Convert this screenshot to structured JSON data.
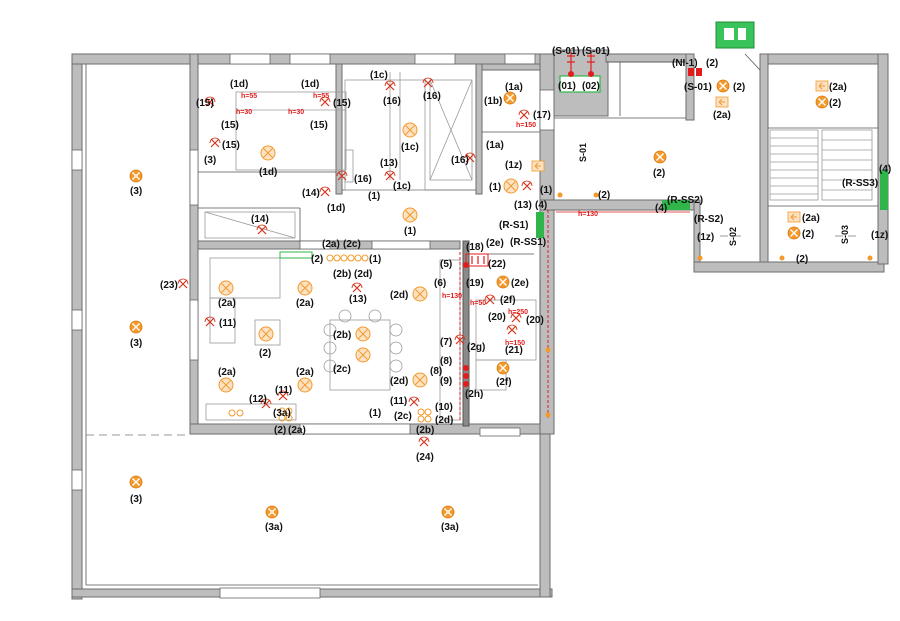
{
  "labels": {
    "s01a": "(S-01)",
    "s01b": "(S-01)",
    "d01": "(01)",
    "d02": "(02)",
    "ni1": "(NI-1)",
    "n2_top": "(2)",
    "s01c": "(S-01)",
    "n2_c": "(2)",
    "n2a_top": "(2a)",
    "n2a_r1": "(2a)",
    "n2_r1": "(2)",
    "d1d_a": "(1d)",
    "d1d_b": "(1d)",
    "d15_a": "(15)",
    "d15_b": "(15)",
    "d15_c": "(15)",
    "d15_d": "(15)",
    "d15_e": "(15)",
    "d1c_a": "(1c)",
    "d16_a": "(16)",
    "d16_b": "(16)",
    "d1a": "(1a)",
    "d1b": "(1b)",
    "d17": "(17)",
    "d1c_b": "(1c)",
    "d1a_b": "(1a)",
    "d1z_a": "(1z)",
    "d16_c": "(16)",
    "d3_a": "(3)",
    "d1d_c": "(1d)",
    "d13_a": "(13)",
    "d16_d": "(16)",
    "d1c_c": "(1c)",
    "d1_a": "(1)",
    "d13_b": "(13)",
    "d1_b": "(1)",
    "d14_a": "(14)",
    "d1_c": "(1)",
    "d1d_d": "(1d)",
    "d1_d": "(1)",
    "d2_mid": "(2)",
    "d4_a": "(4)",
    "d4_b": "(4)",
    "rs1": "(R-S1)",
    "rss1": "(R-SS1)",
    "rss2": "(R-SS2)",
    "rs2": "(R-S2)",
    "rss3": "(R-SS3)",
    "d1z_b": "(1z)",
    "d1z_c": "(1z)",
    "d2_c2": "(2)",
    "d2_c3": "(2)",
    "d2a_r2": "(2a)",
    "d2_r2": "(2)",
    "d4_r": "(4)",
    "d3_b": "(3)",
    "d14_b": "(14)",
    "d2_b": "(2)",
    "d2a_a": "(2a)",
    "d2c_a": "(2c)",
    "d1_e": "(1)",
    "d2b_a": "(2b)",
    "d2d_a": "(2d)",
    "d18": "(18)",
    "d5": "(5)",
    "d2e_a": "(2e)",
    "d22": "(22)",
    "d2e_b": "(2e)",
    "d23": "(23)",
    "d2a_b": "(2a)",
    "d2a_c": "(2a)",
    "d13_c": "(13)",
    "d2d_b": "(2d)",
    "d6": "(6)",
    "d19": "(19)",
    "d2f_a": "(2f)",
    "d3_c": "(3)",
    "d11_a": "(11)",
    "d2b_b": "(2b)",
    "d20_a": "(20)",
    "d20_b": "(20)",
    "d2_d": "(2)",
    "d7": "(7)",
    "d2g": "(2g)",
    "d21": "(21)",
    "d2c_b": "(2c)",
    "d8_a": "(8)",
    "d8_b": "(8)",
    "d9": "(9)",
    "d2a_d": "(2a)",
    "d2a_e": "(2a)",
    "d2d_c": "(2d)",
    "d2f_b": "(2f)",
    "d2h": "(2h)",
    "d11_b": "(11)",
    "d12": "(12)",
    "d11_c": "(11)",
    "d3a_a": "(3a)",
    "d1_f": "(1)",
    "d10": "(10)",
    "d2c_c": "(2c)",
    "d2d_d": "(2d)",
    "d2_e": "(2)",
    "d2a_f": "(2a)",
    "d2b_c": "(2b)",
    "d24": "(24)",
    "d3_d": "(3)",
    "d3a_b": "(3a)",
    "d3a_c": "(3a)",
    "h55_a": "h=55",
    "h55_b": "h=55",
    "h30_a": "h=30",
    "h30_b": "h=30",
    "h150_a": "h=150",
    "h130_a": "h=130",
    "h130_b": "h=130",
    "h50": "h=50",
    "h250": "h=250",
    "h150_b": "h=150",
    "s01_stair": "S-01",
    "s02_stair": "S-02",
    "s03_stair": "S-03"
  },
  "colors": {
    "emergency_orange": "#f39a2b",
    "exit_green": "#2fb54a",
    "alarm_red": "#e21c1c",
    "wall_grey": "#bdbdbd"
  }
}
